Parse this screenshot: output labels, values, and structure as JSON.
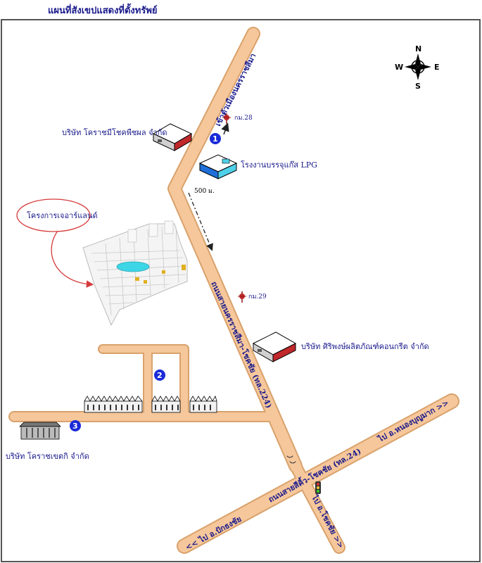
{
  "map_title": "แผนที่สังเขปแสดงที่ตั้งทรัพย์",
  "compass": {
    "n": "N",
    "s": "S",
    "e": "E",
    "w": "W"
  },
  "colors": {
    "road": "#f5c79b",
    "road_edge": "#d9a26c",
    "label_text": "#1a1a8c",
    "frame": "#555555",
    "marker": "#1a2ad8",
    "callout": "#d63a3a"
  },
  "roads": {
    "main_road": "ถนนสายนครราชสีมา-โชคชัย (ทล.224)",
    "upper_road": "เข้าตัวเมืองนครราชสีมา",
    "cross_road": "ถนนสายสีคิ้ว-โชคชัย (ทล.24)"
  },
  "directions": {
    "to_pakthongchai": "<< ไป อ.ปักธงชัย",
    "to_nongbunmak": "ไป อ.หนองบุญมาก >>",
    "to_chokchai": "ไป อ.โชคชัย >>"
  },
  "km_markers": {
    "km28": "กม.28",
    "km29": "กม.29"
  },
  "distance": "500 ม.",
  "places": {
    "korat_mee_chok": "บริษัท โคราชมีโชคพืชผล จำกัด",
    "lpg_plant": "โรงงานบรรจุแก๊ส LPG",
    "siriphong": "บริษัท ศิริพงษ์ผลิตภัณฑ์คอนกรีต จำกัด",
    "korat_khet": "บริษัท โคราชเขตกิ จำกัด",
    "project": "โครงการเจอาร์แลนด์"
  },
  "markers": [
    "1",
    "2",
    "3"
  ]
}
